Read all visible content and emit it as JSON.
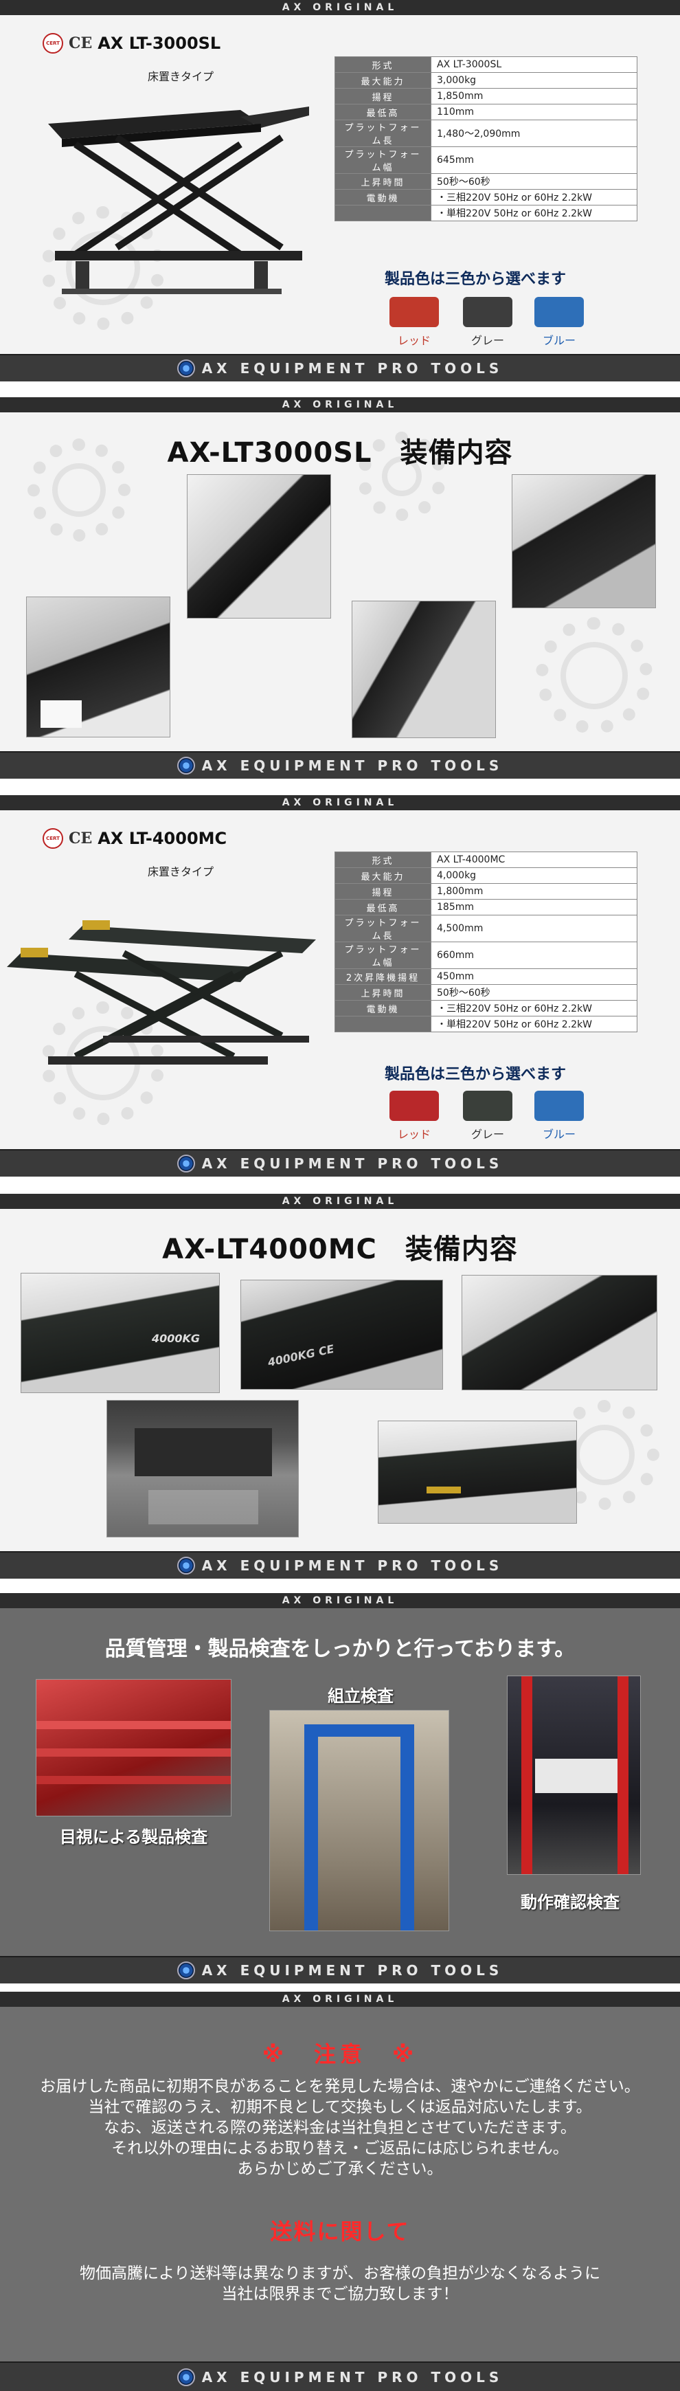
{
  "brand": {
    "top_band": "AX ORIGINAL",
    "bottom_band": "AX EQUIPMENT PRO TOOLS"
  },
  "product1": {
    "cert": "CERT",
    "ce": "CE",
    "model": "AX LT-3000SL",
    "subtype": "床置きタイプ",
    "specs": [
      {
        "k": "形式",
        "v": "AX LT-3000SL"
      },
      {
        "k": "最大能力",
        "v": "3,000kg"
      },
      {
        "k": "揚程",
        "v": "1,850mm"
      },
      {
        "k": "最低高",
        "v": "110mm"
      },
      {
        "k": "プラットフォーム長",
        "v": "1,480～2,090mm"
      },
      {
        "k": "プラットフォーム幅",
        "v": "645mm"
      },
      {
        "k": "上昇時間",
        "v": "50秒～60秒"
      },
      {
        "k": "電動機",
        "v": "・三相220V 50Hz or 60Hz  2.2kW"
      },
      {
        "k": "",
        "v": "・単相220V 50Hz or 60Hz  2.2kW"
      }
    ],
    "color_title": "製品色は三色から選べます",
    "colors": [
      {
        "label": "レッド",
        "hex": "#c0392b",
        "text": "#c0392b"
      },
      {
        "label": "グレー",
        "hex": "#3d3d3d",
        "text": "#333333"
      },
      {
        "label": "ブルー",
        "hex": "#2e6fb8",
        "text": "#1f5fb0"
      }
    ]
  },
  "equip1": {
    "title": "AX-LT3000SL　装備内容"
  },
  "product2": {
    "cert": "CERT",
    "ce": "CE",
    "model": "AX LT-4000MC",
    "subtype": "床置きタイプ",
    "specs": [
      {
        "k": "形式",
        "v": "AX LT-4000MC"
      },
      {
        "k": "最大能力",
        "v": "4,000kg"
      },
      {
        "k": "揚程",
        "v": "1,800mm"
      },
      {
        "k": "最低高",
        "v": "185mm"
      },
      {
        "k": "プラットフォーム長",
        "v": "4,500mm"
      },
      {
        "k": "プラットフォーム幅",
        "v": "660mm"
      },
      {
        "k": "2次昇降機揚程",
        "v": "450mm"
      },
      {
        "k": "上昇時間",
        "v": "50秒～60秒"
      },
      {
        "k": "電動機",
        "v": "・三相220V 50Hz or 60Hz  2.2kW"
      },
      {
        "k": "",
        "v": "・単相220V 50Hz or 60Hz  2.2kW"
      }
    ],
    "color_title": "製品色は三色から選べます",
    "colors": [
      {
        "label": "レッド",
        "hex": "#b8282a",
        "text": "#c0392b"
      },
      {
        "label": "グレー",
        "hex": "#3a3f3a",
        "text": "#333333"
      },
      {
        "label": "ブルー",
        "hex": "#2e6fb8",
        "text": "#1f5fb0"
      }
    ]
  },
  "equip2": {
    "title": "AX-LT4000MC　装備内容",
    "badge1": "4000KG",
    "badge2": "4000KG CE"
  },
  "qc": {
    "title": "品質管理・製品検査をしっかりと行っております。",
    "cap1": "目視による製品検査",
    "cap2": "組立検査",
    "cap3": "動作確認検査"
  },
  "notice": {
    "title": "※　注意　※",
    "lines": [
      "お届けした商品に初期不良があることを発見した場合は、速やかにご連絡ください。",
      "当社で確認のうえ、初期不良として交換もしくは返品対応いたします。",
      "なお、返送される際の発送料金は当社負担とさせていただきます。",
      "それ以外の理由によるお取り替え・ご返品には応じられません。",
      "あらかじめご了承ください。"
    ],
    "shipping_title": "送料に関して",
    "shipping_lines": [
      "物価高騰により送料等は異なりますが、お客様の負担が少なくなるように",
      "当社は限界までご協力致します！"
    ]
  }
}
